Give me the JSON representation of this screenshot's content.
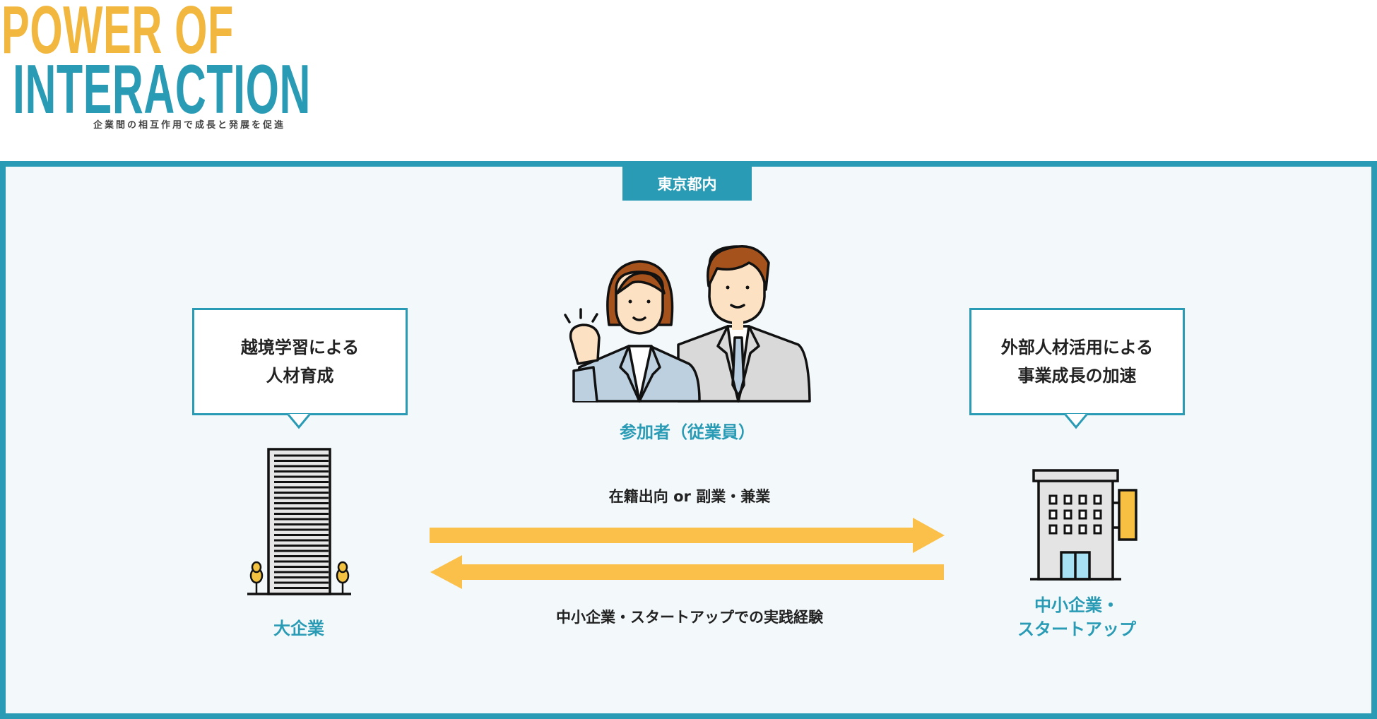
{
  "logo": {
    "line1": "POWER OF",
    "line2": "INTERACTION",
    "subtitle": "企業間の相互作用で成長と発展を促進"
  },
  "region_tag": "東京都内",
  "participants_label": "参加者（従業員）",
  "left": {
    "callout": [
      "越境学習による",
      "人材育成"
    ],
    "label": "大企業"
  },
  "right": {
    "callout": [
      "外部人材活用による",
      "事業成長の加速"
    ],
    "label": [
      "中小企業・",
      "スタートアップ"
    ]
  },
  "flows": {
    "forward": "在籍出向 or 副業・兼業",
    "backward": "中小企業・スタートアップでの実践経験"
  },
  "colors": {
    "teal": "#2a9bb5",
    "yellow": "#fbc04a",
    "logo_yellow": "#f1b73e"
  }
}
